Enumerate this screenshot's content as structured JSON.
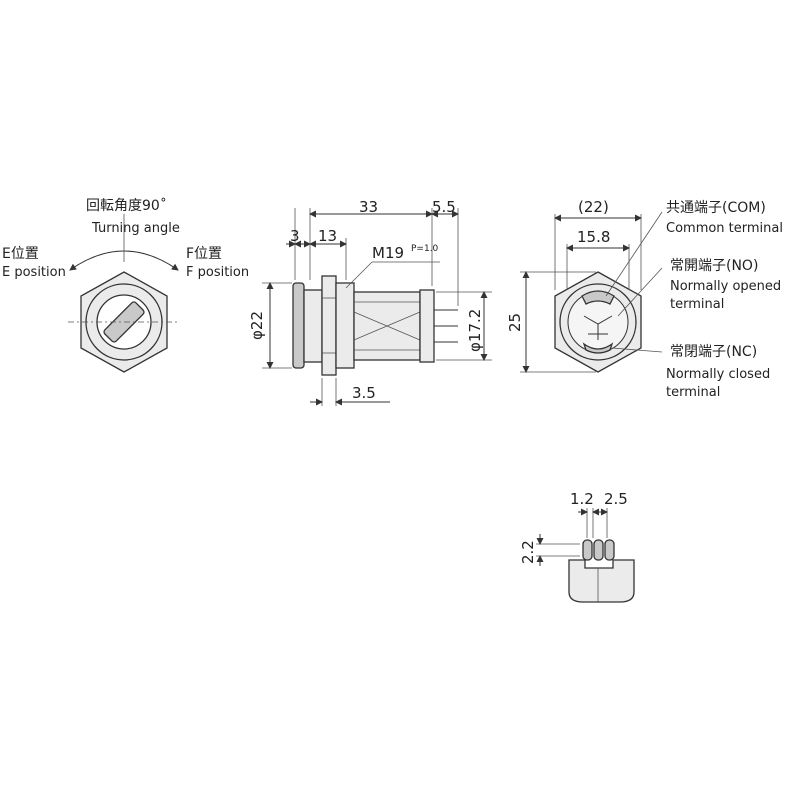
{
  "front_view": {
    "turning_angle_jp": "回転角度90˚",
    "turning_angle_en": "Turning angle",
    "e_position_jp": "E位置",
    "e_position_en": "E position",
    "f_position_jp": "F位置",
    "f_position_en": "F position"
  },
  "side_view": {
    "dim_33": "33",
    "dim_5_5": "5.5",
    "dim_3": "3",
    "dim_13": "13",
    "thread": "M19",
    "thread_pitch": "P=1.0",
    "dia_22": "φ22",
    "dia_17_2": "φ17.2",
    "dim_3_5": "3.5"
  },
  "rear_view": {
    "dim_22_ref": "(22)",
    "dim_15_8": "15.8",
    "dim_25": "25",
    "com_jp": "共通端子(COM)",
    "com_en": "Common terminal",
    "no_jp": "常開端子(NO)",
    "no_en_1": "Normally opened",
    "no_en_2": "terminal",
    "nc_jp": "常閉端子(NC)",
    "nc_en_1": "Normally closed",
    "nc_en_2": "terminal"
  },
  "terminal_view": {
    "dim_1_2": "1.2",
    "dim_2_5": "2.5",
    "dim_2_2": "2.2"
  }
}
